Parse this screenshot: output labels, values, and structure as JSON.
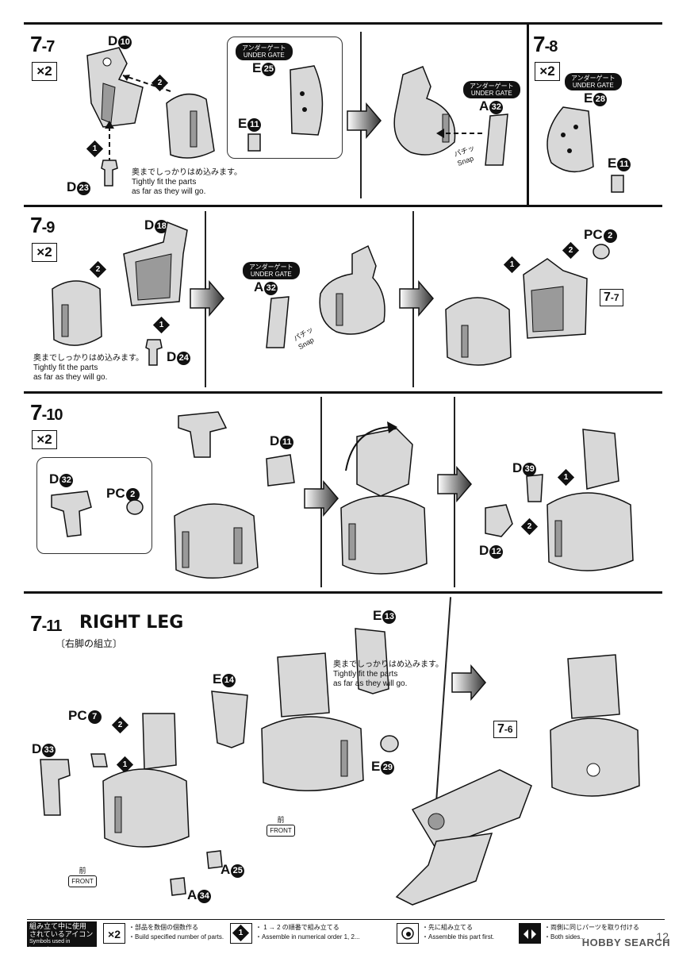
{
  "steps": {
    "s77": {
      "main": "7",
      "sub": "-7",
      "mult": "×2"
    },
    "s78": {
      "main": "7",
      "sub": "-8",
      "mult": "×2"
    },
    "s79": {
      "main": "7",
      "sub": "-9",
      "mult": "×2"
    },
    "s710": {
      "main": "7",
      "sub": "-10",
      "mult": "×2"
    },
    "s711": {
      "main": "7",
      "sub": "-11",
      "mult": ""
    }
  },
  "parts": {
    "d10": {
      "l": "D",
      "n": "10"
    },
    "e25": {
      "l": "E",
      "n": "25"
    },
    "e11a": {
      "l": "E",
      "n": "11"
    },
    "a32a": {
      "l": "A",
      "n": "32"
    },
    "d23": {
      "l": "D",
      "n": "23"
    },
    "e28": {
      "l": "E",
      "n": "28"
    },
    "e11b": {
      "l": "E",
      "n": "11"
    },
    "d18": {
      "l": "D",
      "n": "18"
    },
    "a32b": {
      "l": "A",
      "n": "32"
    },
    "d24": {
      "l": "D",
      "n": "24"
    },
    "pc2a": {
      "l": "PC",
      "n": "2"
    },
    "d11": {
      "l": "D",
      "n": "11"
    },
    "d32": {
      "l": "D",
      "n": "32"
    },
    "pc2b": {
      "l": "PC",
      "n": "2"
    },
    "d39": {
      "l": "D",
      "n": "39"
    },
    "d12": {
      "l": "D",
      "n": "12"
    },
    "e13": {
      "l": "E",
      "n": "13"
    },
    "e14": {
      "l": "E",
      "n": "14"
    },
    "pc7": {
      "l": "PC",
      "n": "7"
    },
    "d33": {
      "l": "D",
      "n": "33"
    },
    "e29": {
      "l": "E",
      "n": "29"
    },
    "a25": {
      "l": "A",
      "n": "25"
    },
    "a34": {
      "l": "A",
      "n": "34"
    }
  },
  "gate": {
    "jp": "アンダーゲート",
    "en": "UNDER GATE"
  },
  "fit_note": {
    "jp": "奥までしっかりはめ込みます。",
    "en1": "Tightly fit the parts",
    "en2": "as far as they will go."
  },
  "snap": {
    "jp": "パチッ",
    "en": "Snap"
  },
  "seq": {
    "one": "1",
    "two": "2"
  },
  "refs": {
    "r77": {
      "main": "7",
      "sub": "-7"
    },
    "r76": {
      "main": "7",
      "sub": "-6"
    }
  },
  "right_leg": {
    "title": "RIGHT LEG",
    "jp": "〔右脚の組立〕"
  },
  "front": {
    "jp": "前",
    "en": "FRONT"
  },
  "legend": {
    "title_jp1": "組み立て中に使用",
    "title_jp2": "されているアイコン",
    "title_en": "Symbols used in instructions",
    "i1_icon": "×2",
    "i1_jp": "・部品を数個の個数作る",
    "i1_en": "・Build specified number of parts.",
    "i2_jp": "・ 1 → 2 の順番で組み立てる",
    "i2_en": "・Assemble in numerical order 1, 2...",
    "i3_jp": "・先に組み立てる",
    "i3_en": "・Assemble this part first.",
    "i4_jp": "・両側に同じパーツを取り付ける",
    "i4_en": "・Both sides..."
  },
  "page_number": "12",
  "watermark": "HOBBY SEARCH",
  "colors": {
    "ink": "#111111",
    "part_fill": "#d8d8d8",
    "part_shade": "#9a9a9a"
  }
}
